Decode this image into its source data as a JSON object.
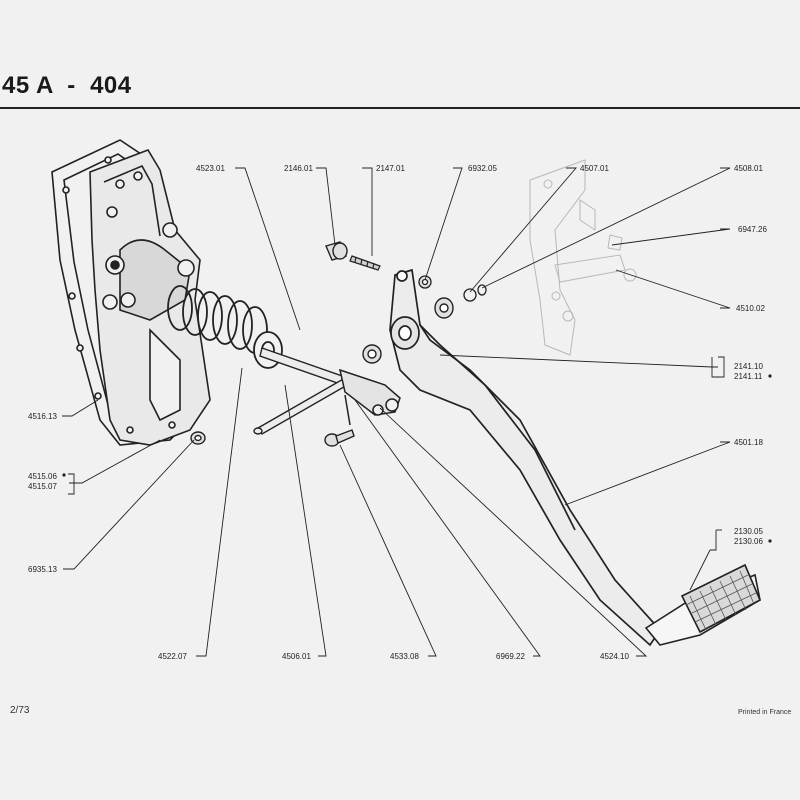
{
  "header": {
    "title": "45 A  -  404"
  },
  "footer": {
    "page_number": "2/73",
    "printed": "Printed in France"
  },
  "parts": {
    "p4523_01": "4523.01",
    "p2146_01": "2146.01",
    "p2147_01": "2147.01",
    "p6932_05": "6932.05",
    "p4507_01": "4507.01",
    "p4508_01": "4508.01",
    "p6947_26": "6947.26",
    "p4510_02": "4510.02",
    "p2141_10": "2141.10",
    "p2141_11": "2141.11",
    "p4516_13": "4516.13",
    "p4501_18": "4501.18",
    "p4515_06": "4515.06",
    "p4515_07": "4515.07",
    "p2130_05": "2130.05",
    "p2130_06": "2130.06",
    "p6935_13": "6935.13",
    "p4522_07": "4522.07",
    "p4506_01": "4506.01",
    "p4533_08": "4533.08",
    "p6969_22": "6969.22",
    "p4524_10": "4524.10"
  }
}
